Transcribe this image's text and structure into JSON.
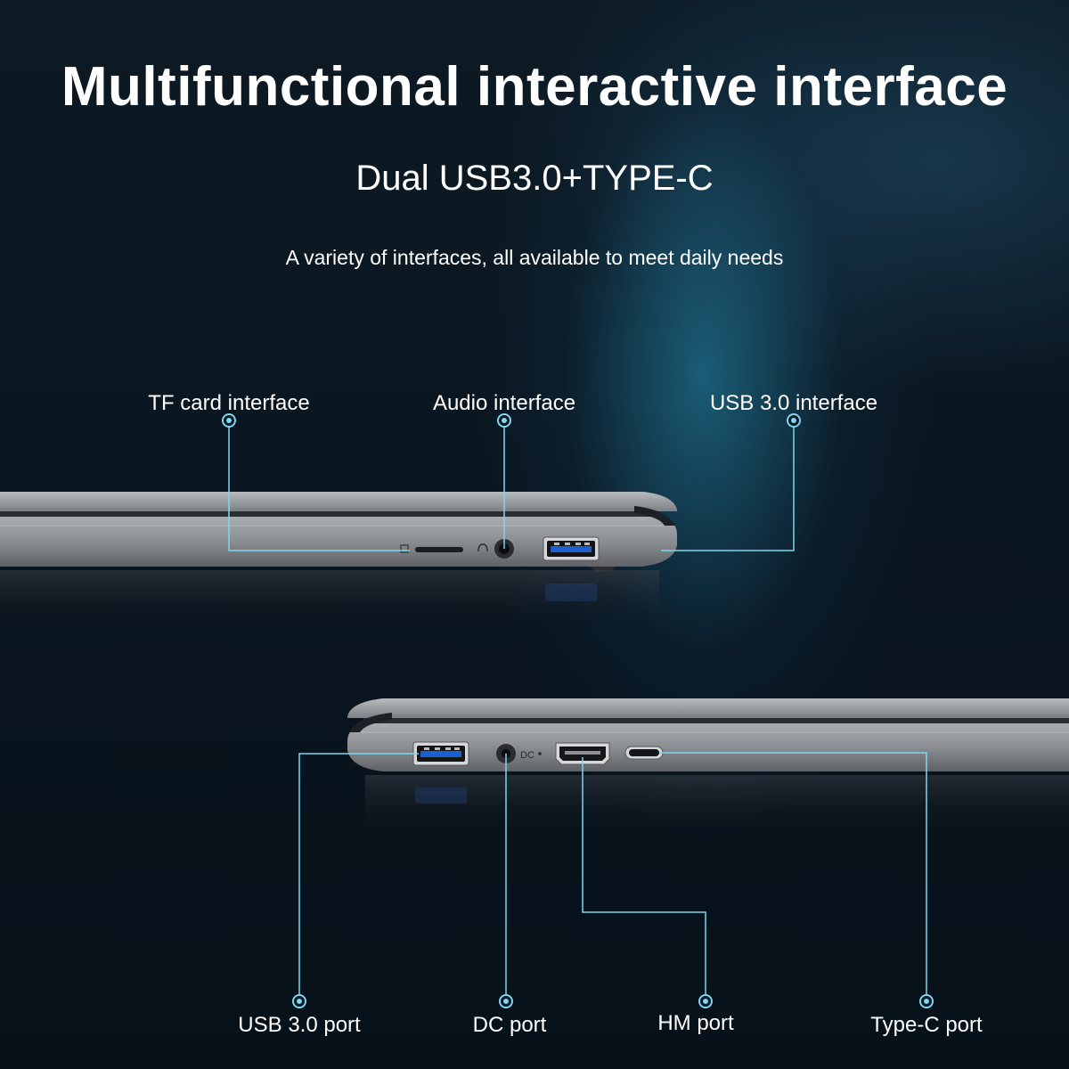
{
  "headline": "Multifunctional interactive interface",
  "subheadline": "Dual USB3.0+TYPE-C",
  "tagline": "A variety of interfaces, all available to meet daily needs",
  "top_side_ports": [
    {
      "label": "TF card interface"
    },
    {
      "label": "Audio interface"
    },
    {
      "label": "USB 3.0 interface"
    }
  ],
  "bottom_side_ports": [
    {
      "label": "USB 3.0 port"
    },
    {
      "label": "DC port"
    },
    {
      "label": "HM port"
    },
    {
      "label": "Type-C port"
    }
  ],
  "dc_marking": "DC",
  "colors": {
    "background": "#0a1620",
    "glow": "#2896be",
    "callout_line": "#7fd6f0",
    "laptop_body": "#8a8d91",
    "usb_blue": "#1e5fd0"
  }
}
